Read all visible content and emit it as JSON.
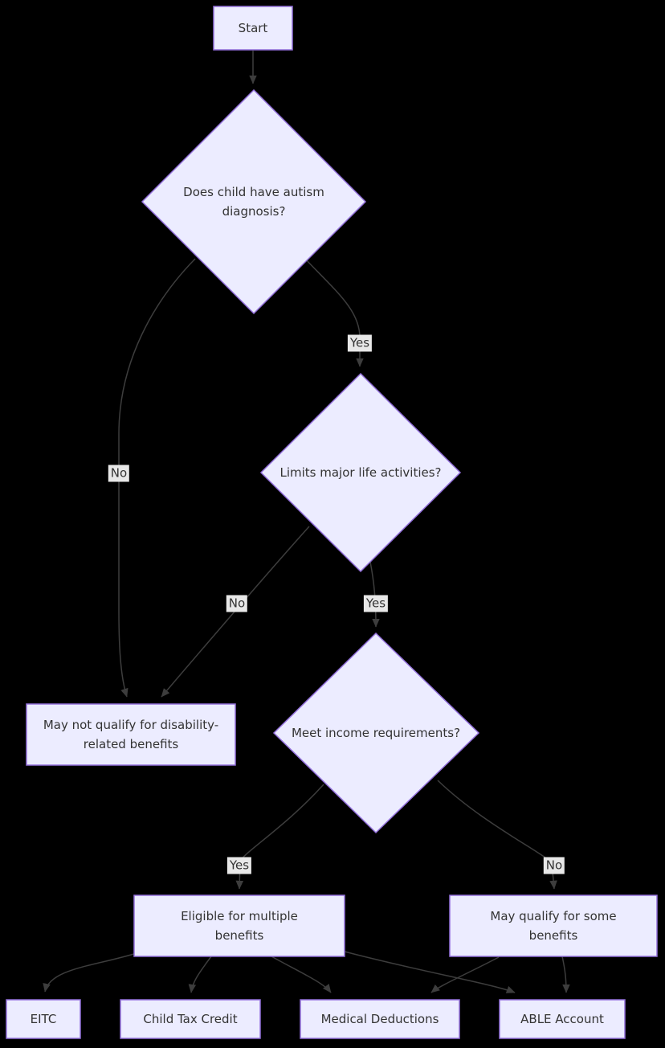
{
  "diagram": {
    "type": "flowchart",
    "direction": "top-down",
    "colors": {
      "background": "#000000",
      "node_fill": "#ECECFF",
      "node_border": "#9370DB",
      "node_text": "#333333",
      "edge_line": "#3d3d3d",
      "edge_label_bg": "#e8e8e8",
      "edge_label_text": "#333333"
    },
    "nodes": {
      "start": {
        "shape": "rect",
        "label": "Start"
      },
      "autism": {
        "shape": "diamond",
        "label": "Does child have autism diagnosis?"
      },
      "limits": {
        "shape": "diamond",
        "label": "Limits major life activities?"
      },
      "income": {
        "shape": "diamond",
        "label": "Meet income requirements?"
      },
      "not_qualify": {
        "shape": "rect",
        "label": "May not qualify for disability-related benefits"
      },
      "multiple": {
        "shape": "rect",
        "label": "Eligible for multiple benefits"
      },
      "some": {
        "shape": "rect",
        "label": "May qualify for some benefits"
      },
      "eitc": {
        "shape": "rect",
        "label": "EITC"
      },
      "ctc": {
        "shape": "rect",
        "label": "Child Tax Credit"
      },
      "medical": {
        "shape": "rect",
        "label": "Medical Deductions"
      },
      "able": {
        "shape": "rect",
        "label": "ABLE Account"
      }
    },
    "edges": [
      {
        "from": "start",
        "to": "autism",
        "label": ""
      },
      {
        "from": "autism",
        "to": "limits",
        "label": "Yes"
      },
      {
        "from": "autism",
        "to": "not_qualify",
        "label": "No"
      },
      {
        "from": "limits",
        "to": "not_qualify",
        "label": "No"
      },
      {
        "from": "limits",
        "to": "income",
        "label": "Yes"
      },
      {
        "from": "income",
        "to": "multiple",
        "label": "Yes"
      },
      {
        "from": "income",
        "to": "some",
        "label": "No"
      },
      {
        "from": "multiple",
        "to": "eitc",
        "label": ""
      },
      {
        "from": "multiple",
        "to": "ctc",
        "label": ""
      },
      {
        "from": "multiple",
        "to": "medical",
        "label": ""
      },
      {
        "from": "multiple",
        "to": "able",
        "label": ""
      },
      {
        "from": "some",
        "to": "medical",
        "label": ""
      },
      {
        "from": "some",
        "to": "able",
        "label": ""
      }
    ]
  }
}
